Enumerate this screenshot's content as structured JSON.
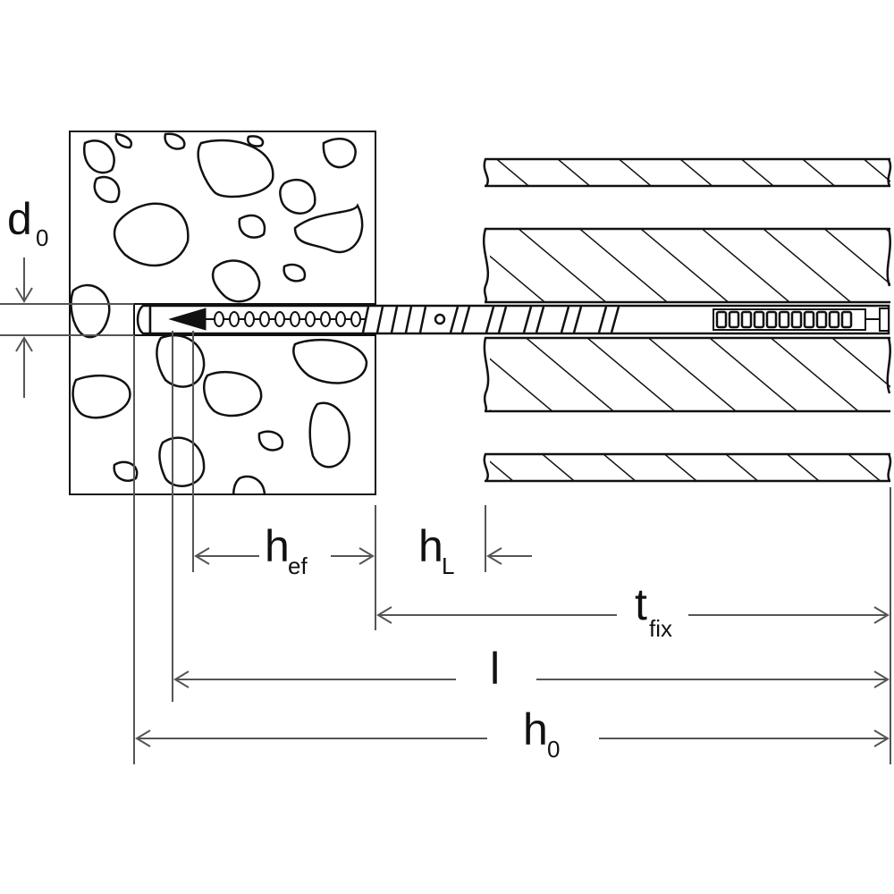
{
  "labels": {
    "d0": {
      "main": "d",
      "sub": "0"
    },
    "hef": {
      "main": "h",
      "sub": "ef"
    },
    "hL": {
      "main": "h",
      "sub": "L"
    },
    "tfix": {
      "main": "t",
      "sub": "fix"
    },
    "l": {
      "main": "l",
      "sub": ""
    },
    "h0": {
      "main": "h",
      "sub": "0"
    }
  },
  "colors": {
    "line": "#111111",
    "dimension": "#555555",
    "background": "#ffffff"
  }
}
